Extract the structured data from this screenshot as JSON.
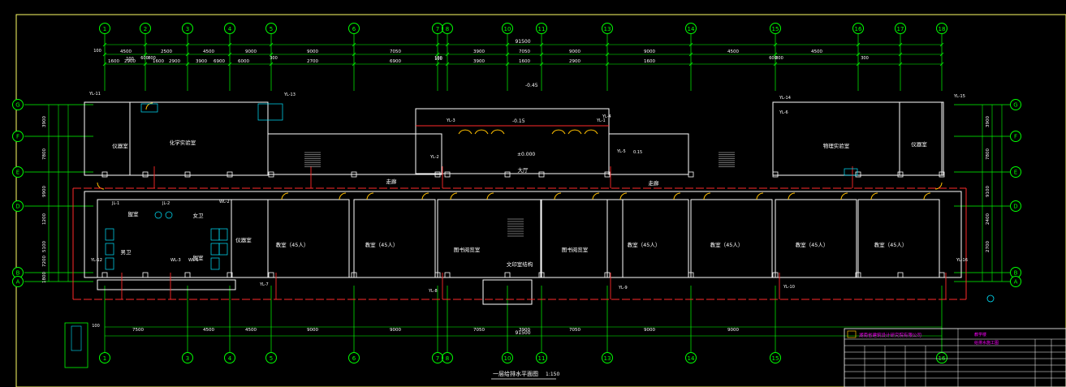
{
  "colors": {
    "background": "#000000",
    "axis": "#00ff00",
    "wall": "#ffffff",
    "pipe": "#ff2a2a",
    "door": "#ffc000",
    "fixture": "#00e5ff",
    "label": "#ffffff",
    "accent": "#ff00ff",
    "stair": "#dddddd"
  },
  "axes_vertical": {
    "top_labels": [
      "1",
      "2",
      "3",
      "4",
      "5",
      "6",
      "7",
      "8",
      "10",
      "11",
      "13",
      "14",
      "15",
      "16",
      "17",
      "18"
    ],
    "bottom_labels": [
      "1",
      "3",
      "4",
      "5",
      "6",
      "7",
      "8",
      "10",
      "11",
      "13",
      "14",
      "15",
      "16"
    ]
  },
  "axes_horizontal": {
    "left_labels": [
      "G",
      "F",
      "E",
      "D",
      "B",
      "A"
    ],
    "right_labels": [
      "G",
      "F",
      "E",
      "D",
      "B",
      "A"
    ]
  },
  "dimensions": {
    "top_total": "91500",
    "top_row1": [
      "4500",
      "2500",
      "4500",
      "9000",
      "9000",
      "7050",
      "3900",
      "7050",
      "9000",
      "9000",
      "4500",
      "4500"
    ],
    "top_row2": [
      "1600",
      "2900",
      "1600",
      "2900",
      "3900",
      "6900",
      "6000",
      "2700",
      "6900",
      "3900",
      "1600",
      "2900",
      "1600"
    ],
    "bottom_total": "91500",
    "bottom_row": [
      "7500",
      "4500",
      "4500",
      "9000",
      "9000",
      "7050",
      "3900",
      "7050",
      "9000",
      "9000"
    ],
    "left_row": [
      "3900",
      "7800",
      "9900",
      "1200",
      "5100",
      "7200",
      "1800"
    ],
    "right_row": [
      "3900",
      "7800",
      "9100",
      "2400",
      "2700"
    ],
    "margin_marks": [
      "100",
      "100",
      "100",
      "100"
    ],
    "small_marks": [
      "600",
      "800",
      "300",
      "100",
      "600",
      "800",
      "300"
    ]
  },
  "rooms": [
    {
      "id": "storage-left",
      "label": "仪器室"
    },
    {
      "id": "chem-lab",
      "label": "化学实验室"
    },
    {
      "id": "physics-lab",
      "label": "物理实验室"
    },
    {
      "id": "storage-right",
      "label": "仪器室"
    },
    {
      "id": "storage-mid",
      "label": "仪器室"
    },
    {
      "id": "male-toilet",
      "label": "男卫"
    },
    {
      "id": "female-toilet",
      "label": "女卫"
    },
    {
      "id": "washroom-1",
      "label": "盥室"
    },
    {
      "id": "washroom-2",
      "label": "盥室"
    },
    {
      "id": "class-1",
      "label": "教室（45人）"
    },
    {
      "id": "class-2",
      "label": "教室（45人）"
    },
    {
      "id": "library-1",
      "label": "图书阅览室"
    },
    {
      "id": "library-2",
      "label": "图书阅览室"
    },
    {
      "id": "class-3",
      "label": "教室（45人）"
    },
    {
      "id": "class-4",
      "label": "教室（45人）"
    },
    {
      "id": "class-5",
      "label": "教室（45人）"
    },
    {
      "id": "class-6",
      "label": "教室（45人）"
    },
    {
      "id": "hall",
      "label": "大厅"
    },
    {
      "id": "corridor-left",
      "label": "走廊"
    },
    {
      "id": "corridor-right",
      "label": "走廊"
    },
    {
      "id": "reading-note",
      "label": "文印室结构"
    }
  ],
  "levels": {
    "top": "-0.45",
    "hall_porch": "-0.15",
    "hall": "±0.000",
    "side": "0.15"
  },
  "pipe_labels": [
    "YL-1",
    "YL-2",
    "YL-3",
    "YL-4",
    "YL-5",
    "YL-6",
    "YL-7",
    "YL-8",
    "YL-9",
    "YL-10",
    "YL-11",
    "YL-12",
    "YL-13",
    "YL-14",
    "YL-15",
    "YL-16",
    "WL-1",
    "WL-2",
    "WL-3",
    "JL-1",
    "JL-2"
  ],
  "drawing_title": "一层给排水平面图",
  "scale": "1:150",
  "title_block": {
    "company": "湖南省建筑设计研究院有限公司",
    "project": "教学楼",
    "drawing": "给排水施工图"
  }
}
